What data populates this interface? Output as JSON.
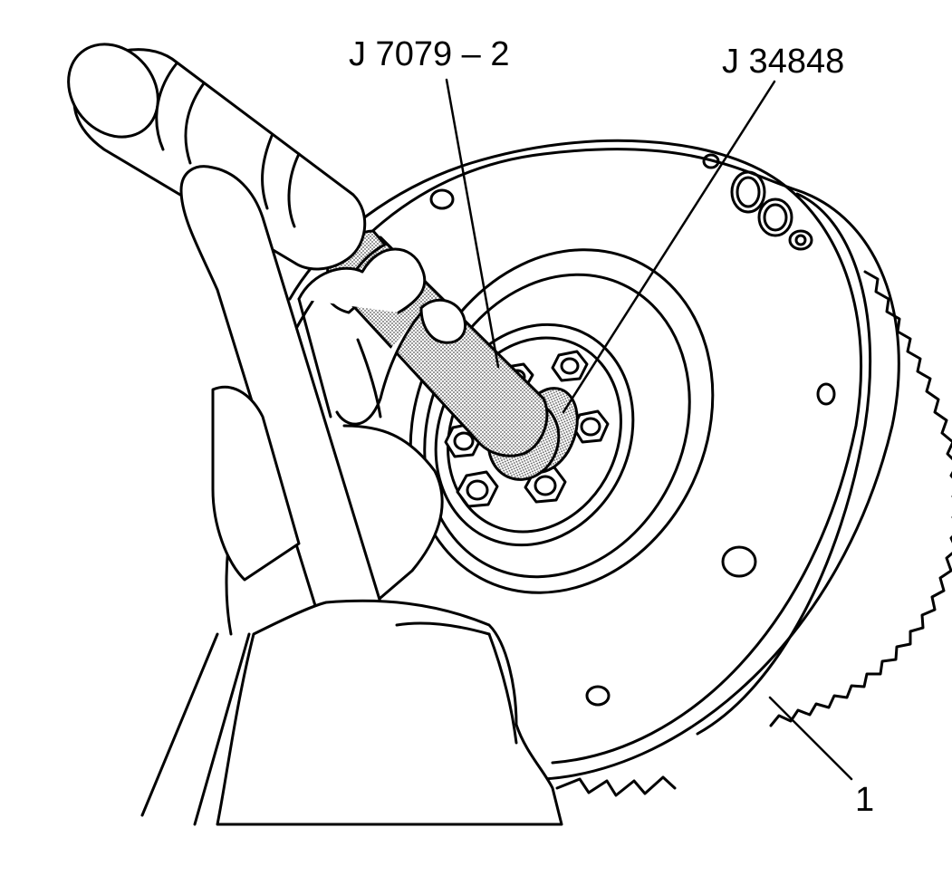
{
  "callouts": {
    "tool_a": "J 7079 – 2",
    "tool_b": "J 34848",
    "part_1": "1"
  },
  "colors": {
    "line": "#000000",
    "fill": "#ffffff",
    "stipple": "#9a9a9a"
  }
}
